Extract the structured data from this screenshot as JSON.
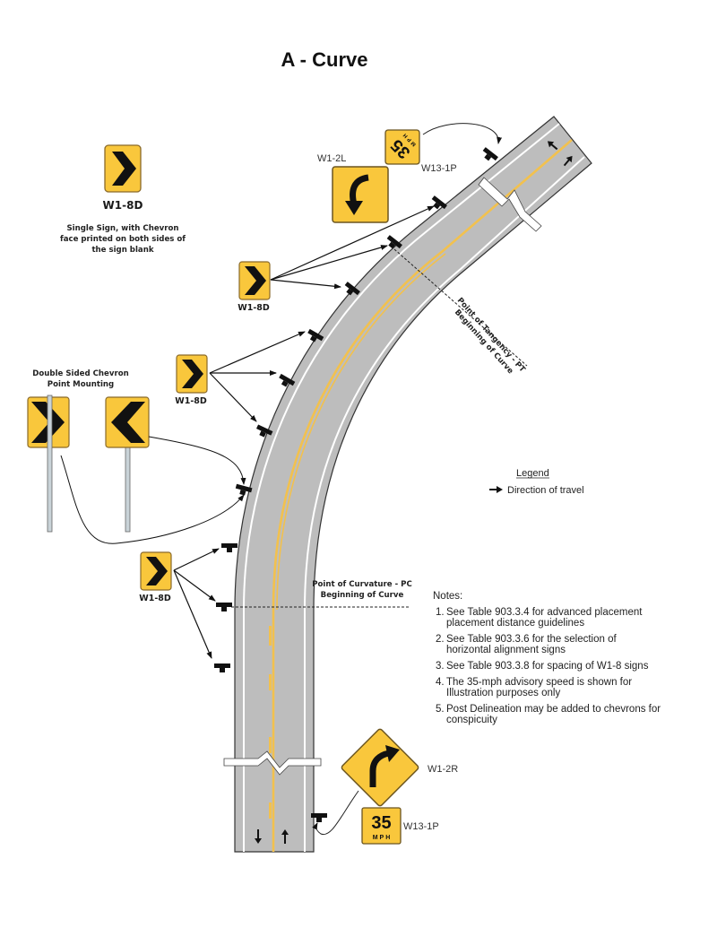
{
  "title": "A - Curve",
  "colors": {
    "sign_yellow": "#f9c73c",
    "sign_border": "#8a6a2a",
    "road_gray": "#bdbdbd",
    "road_edge": "#333333",
    "centerline_yellow": "#f2c14e",
    "lane_white": "#ffffff",
    "post_black": "#111111"
  },
  "chevron_detail": {
    "code": "W1-8D",
    "description_lines": [
      "Single Sign, with Chevron",
      "face printed on both sides of",
      "the sign blank"
    ]
  },
  "double_sided": {
    "title_lines": [
      "Double Sided Chevron",
      "Point Mounting"
    ]
  },
  "chevron_groups": [
    {
      "code": "W1-8D",
      "icon": "chevron-right-icon"
    },
    {
      "code": "W1-8D",
      "icon": "chevron-right-icon"
    },
    {
      "code": "W1-8D",
      "icon": "chevron-right-icon"
    }
  ],
  "advance_signs_top": {
    "curve_sign_code": "W1-2L",
    "curve_sign_icon": "curve-left-arrow-icon",
    "plaque_code": "W13-1P",
    "speed": "35",
    "unit": "MPH"
  },
  "advance_signs_bottom": {
    "curve_sign_code": "W1-2R",
    "curve_sign_icon": "curve-right-arrow-icon",
    "plaque_code": "W13-1P",
    "speed": "35",
    "unit": "MPH"
  },
  "point_of_tangency": {
    "lines": [
      "Point of Tangency - PT",
      "Beginning of Curve"
    ]
  },
  "point_of_curvature": {
    "lines": [
      "Point of Curvature - PC",
      "Beginning of Curve"
    ]
  },
  "legend": {
    "title": "Legend",
    "items": [
      {
        "icon": "arrow-right-icon",
        "label": "Direction of travel"
      }
    ]
  },
  "notes": {
    "title": "Notes:",
    "items": [
      {
        "num": "1.",
        "lines": [
          "See Table 903.3.4 for advanced placement",
          "placement distance guidelines"
        ]
      },
      {
        "num": "2.",
        "lines": [
          "See Table 903.3.6 for the selection of",
          "horizontal alignment signs"
        ]
      },
      {
        "num": "3.",
        "lines": [
          "See Table 903.3.8 for spacing of W1-8 signs"
        ]
      },
      {
        "num": "4.",
        "lines": [
          "The 35-mph advisory speed is shown for",
          "Illustration purposes only"
        ]
      },
      {
        "num": "5.",
        "lines": [
          "Post Delineation may be added to chevrons for",
          "conspicuity"
        ]
      }
    ]
  }
}
